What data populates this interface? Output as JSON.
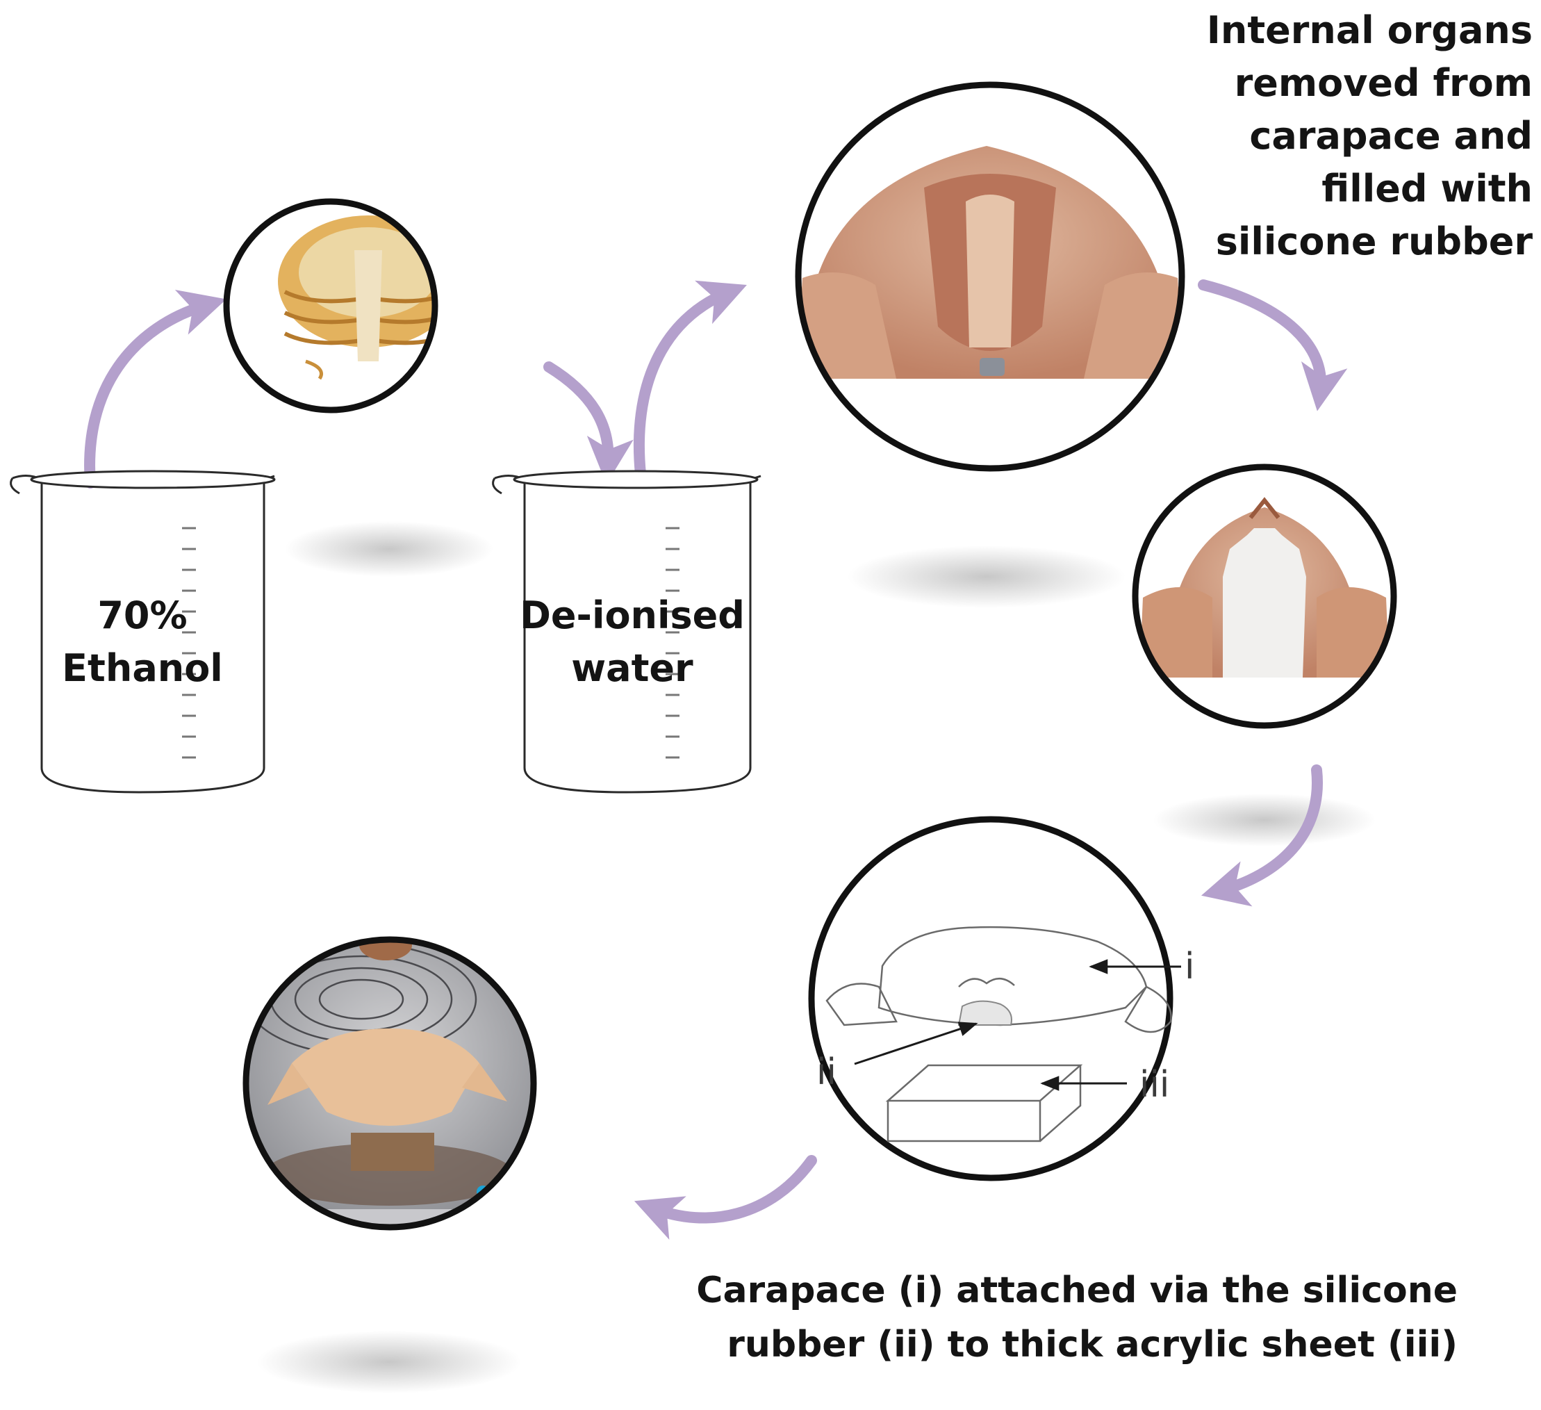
{
  "colors": {
    "arrow": "#b4a0cc",
    "outline": "#111111",
    "shell": "#c98f72",
    "silicone": "#f1f0ee"
  },
  "beakers": [
    {
      "label_line1": "70%",
      "label_line2": "Ethanol"
    },
    {
      "label_line1": "De-ionised",
      "label_line2": "water"
    }
  ],
  "captions": {
    "organs": [
      "Internal organs",
      "removed from",
      "carapace and",
      "filled with",
      "silicone rubber"
    ],
    "attached": [
      "Carapace (i) attached via the silicone",
      "rubber (ii) to thick acrylic sheet (iii)"
    ]
  },
  "sketch_labels": {
    "i": "i",
    "ii": "ii",
    "iii": "iii"
  }
}
